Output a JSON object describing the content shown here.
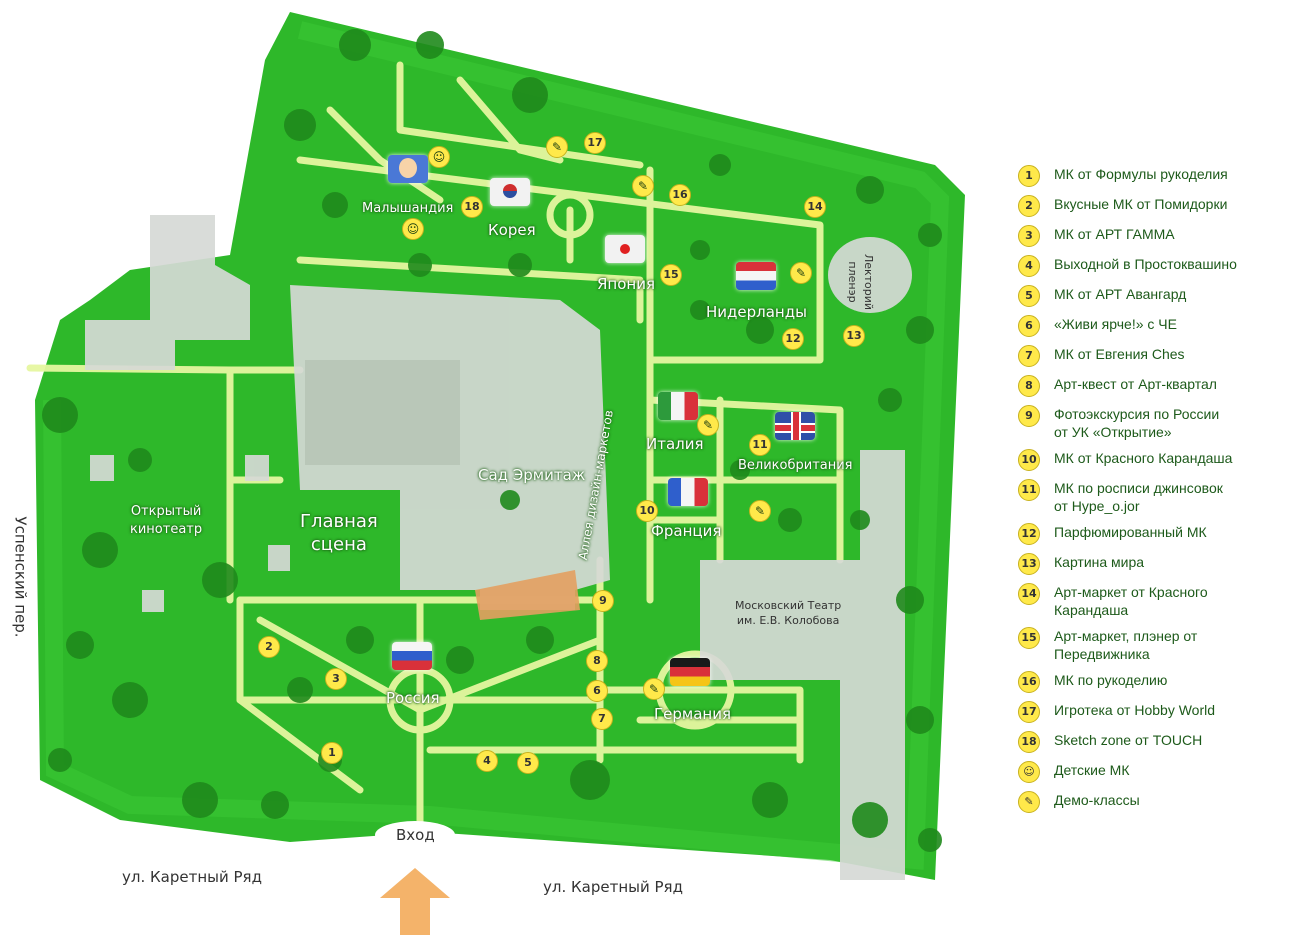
{
  "map": {
    "places": {
      "sad_ermitazh": "Сад Эрмитаж",
      "glavnaya_scena": "Главная\nсцена",
      "otkrytyi_kinoteatr": "Открытый\nкинотеатр",
      "malyshandiya": "Малышандия",
      "koreya": "Корея",
      "yaponiya": "Япония",
      "niderlandy": "Нидерланды",
      "lektoriy": "Лекторий\nпленэр",
      "italiya": "Италия",
      "velikobritaniya": "Великобритания",
      "franciya": "Франция",
      "teatr": "Московский Театр\nим. Е.В. Колобова",
      "rossiya": "Россия",
      "germaniya": "Германия",
      "alleya": "Аллея дизайн-маркетов",
      "vhod": "Вход"
    },
    "streets": {
      "karetny_left": "ул. Каретный Ряд",
      "karetny_right": "ул. Каретный Ряд",
      "uspenskiy": "Успенский пер."
    },
    "markers": [
      "1",
      "2",
      "3",
      "4",
      "5",
      "6",
      "7",
      "8",
      "9",
      "10",
      "11",
      "12",
      "13",
      "14",
      "15",
      "16",
      "17",
      "18"
    ],
    "colors": {
      "grass": "#2eb82a",
      "path": "#e6f7a0",
      "building": "#d6d9d6",
      "tree": "#1f8a1c",
      "marker": "#ffe94a",
      "arrow": "#f4b36a"
    }
  },
  "legend": {
    "items": [
      {
        "marker": "1",
        "label": "МК от Формулы рукоделия"
      },
      {
        "marker": "2",
        "label": "Вкусные МК от Помидорки"
      },
      {
        "marker": "3",
        "label": "МК от АРТ ГАММА"
      },
      {
        "marker": "4",
        "label": "Выходной в Простоквашино"
      },
      {
        "marker": "5",
        "label": "МК от АРТ Авангард"
      },
      {
        "marker": "6",
        "label": "«Живи ярче!» с ЧЕ"
      },
      {
        "marker": "7",
        "label": "МК от Евгения Ches"
      },
      {
        "marker": "8",
        "label": "Арт-квест от Арт-квартал"
      },
      {
        "marker": "9",
        "label": "Фотоэкскурсия по России\nот УК «Открытие»"
      },
      {
        "marker": "10",
        "label": "МК от Красного Карандаша"
      },
      {
        "marker": "11",
        "label": "МК по росписи джинсовок\nот Hype_o.jor"
      },
      {
        "marker": "12",
        "label": "Парфюмированный МК"
      },
      {
        "marker": "13",
        "label": "Картина мира"
      },
      {
        "marker": "14",
        "label": "Арт-маркет от Красного\nКарандаша"
      },
      {
        "marker": "15",
        "label": "Арт-маркет, плэнер от\nПередвижника"
      },
      {
        "marker": "16",
        "label": "МК по рукоделию"
      },
      {
        "marker": "17",
        "label": "Игротека от Hobby World"
      },
      {
        "marker": "18",
        "label": "Sketch zone от TOUCH"
      }
    ],
    "icons": [
      {
        "icon": "smiley-icon",
        "label": "Детские МК"
      },
      {
        "icon": "brush-icon",
        "label": "Демо-классы"
      }
    ]
  }
}
